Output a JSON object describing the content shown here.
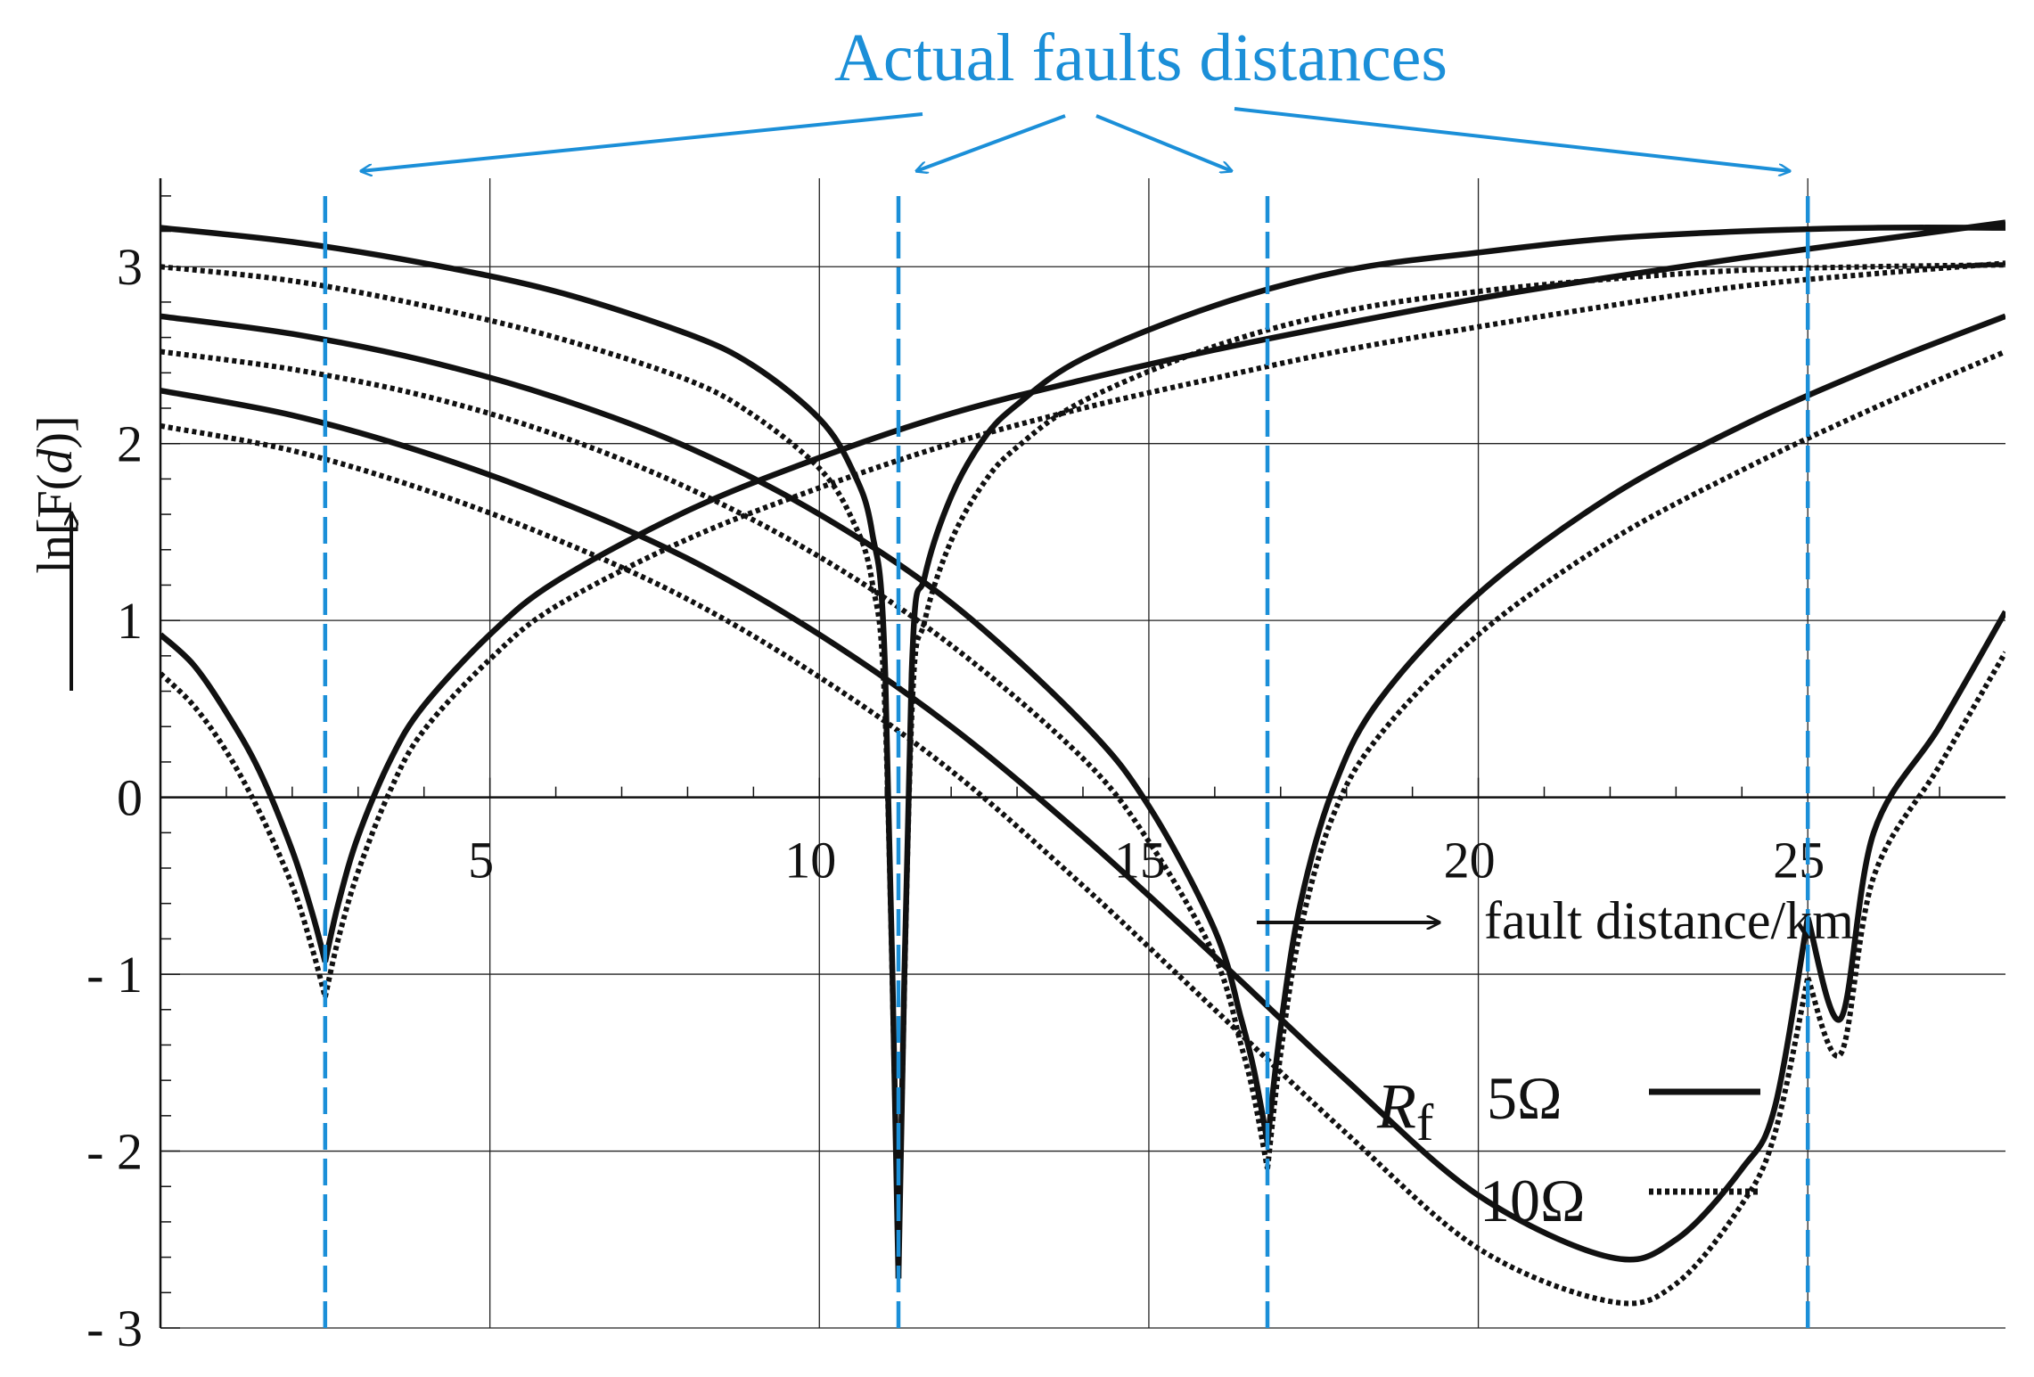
{
  "chart_data": {
    "type": "line",
    "title": "",
    "xlabel": "fault distance/km",
    "ylabel_prefix": "ln[F(",
    "ylabel_var": "d",
    "ylabel_suffix": ")]",
    "xlim": [
      0,
      28
    ],
    "ylim": [
      -3,
      3.5
    ],
    "x_ticks": [
      5,
      10,
      15,
      20,
      25
    ],
    "x_tick_labels": [
      "5",
      "10",
      "15",
      "20",
      "25"
    ],
    "y_ticks": [
      -3,
      -2,
      -1,
      0,
      1,
      2,
      3
    ],
    "y_tick_labels": [
      "- 3",
      "- 2",
      "- 1",
      "0",
      "1",
      "2",
      "3"
    ],
    "grid": true,
    "annotation": {
      "text": "Actual faults distances",
      "color": "#1b8fd8",
      "actual_fault_distances": [
        2.5,
        11.2,
        16.8,
        25.0
      ]
    },
    "legend": {
      "placement": "bottom-right",
      "symbol_main": "R",
      "symbol_sub": "f",
      "entries": [
        {
          "label": "5Ω",
          "style": "solid"
        },
        {
          "label": "10Ω",
          "style": "dotted"
        }
      ]
    },
    "series": [
      {
        "group": "5Ω",
        "style": "solid",
        "min_x": 2.5,
        "x": [
          0,
          0.5,
          1,
          1.5,
          2,
          2.3,
          2.5,
          2.7,
          3,
          3.5,
          4,
          5,
          6,
          8,
          10,
          12,
          14,
          16,
          18,
          20,
          22,
          24,
          26,
          28
        ],
        "y": [
          0.92,
          0.75,
          0.48,
          0.15,
          -0.3,
          -0.65,
          -0.93,
          -0.6,
          -0.22,
          0.22,
          0.52,
          0.92,
          1.22,
          1.62,
          1.92,
          2.17,
          2.36,
          2.53,
          2.68,
          2.82,
          2.94,
          3.05,
          3.15,
          3.25
        ]
      },
      {
        "group": "10Ω",
        "style": "dotted",
        "min_x": 2.5,
        "x": [
          0,
          0.5,
          1,
          1.5,
          2,
          2.3,
          2.5,
          2.7,
          3,
          3.5,
          4,
          5,
          6,
          8,
          10,
          12,
          14,
          16,
          18,
          20,
          22,
          24,
          26,
          28
        ],
        "y": [
          0.7,
          0.52,
          0.26,
          -0.08,
          -0.5,
          -0.85,
          -1.13,
          -0.8,
          -0.42,
          0.05,
          0.38,
          0.78,
          1.08,
          1.46,
          1.75,
          2.0,
          2.2,
          2.37,
          2.53,
          2.66,
          2.78,
          2.89,
          2.96,
          3.02
        ]
      },
      {
        "group": "5Ω",
        "style": "solid",
        "min_x": 11.2,
        "x": [
          0,
          2,
          4,
          6,
          8,
          9,
          10,
          10.5,
          10.8,
          11,
          11.2,
          11.4,
          11.6,
          12,
          12.5,
          13,
          14,
          16,
          18,
          20,
          22,
          24,
          26,
          28
        ],
        "y": [
          3.22,
          3.14,
          3.02,
          2.86,
          2.62,
          2.44,
          2.14,
          1.85,
          1.5,
          0.7,
          -2.72,
          0.7,
          1.25,
          1.7,
          2.03,
          2.22,
          2.48,
          2.78,
          2.98,
          3.08,
          3.16,
          3.2,
          3.22,
          3.22
        ]
      },
      {
        "group": "10Ω",
        "style": "dotted",
        "min_x": 11.2,
        "x": [
          0,
          2,
          4,
          6,
          8,
          9,
          10,
          10.5,
          10.8,
          11,
          11.2,
          11.4,
          11.6,
          12,
          12.5,
          13,
          14,
          16,
          18,
          20,
          22,
          24,
          26,
          28
        ],
        "y": [
          3.0,
          2.92,
          2.78,
          2.6,
          2.36,
          2.16,
          1.86,
          1.57,
          1.22,
          0.45,
          -2.6,
          0.45,
          1.0,
          1.45,
          1.78,
          1.98,
          2.24,
          2.55,
          2.75,
          2.86,
          2.93,
          2.98,
          3.0,
          3.01
        ]
      },
      {
        "group": "5Ω",
        "style": "solid",
        "min_x": 16.8,
        "x": [
          0,
          2,
          4,
          6,
          8,
          10,
          12,
          14,
          15,
          16,
          16.4,
          16.6,
          16.8,
          17,
          17.3,
          17.8,
          18.5,
          20,
          22,
          24,
          26,
          28
        ],
        "y": [
          2.72,
          2.62,
          2.47,
          2.26,
          1.98,
          1.6,
          1.1,
          0.42,
          -0.05,
          -0.75,
          -1.25,
          -1.55,
          -1.95,
          -1.3,
          -0.6,
          0.05,
          0.55,
          1.15,
          1.7,
          2.1,
          2.43,
          2.72
        ]
      },
      {
        "group": "10Ω",
        "style": "dotted",
        "min_x": 16.8,
        "x": [
          0,
          2,
          4,
          6,
          8,
          10,
          12,
          14,
          15,
          16,
          16.4,
          16.6,
          16.8,
          17,
          17.3,
          17.8,
          18.5,
          20,
          22,
          24,
          26,
          28
        ],
        "y": [
          2.52,
          2.42,
          2.27,
          2.05,
          1.75,
          1.36,
          0.86,
          0.22,
          -0.25,
          -0.9,
          -1.4,
          -1.7,
          -2.1,
          -1.45,
          -0.75,
          -0.1,
          0.35,
          0.92,
          1.45,
          1.85,
          2.2,
          2.52
        ]
      },
      {
        "group": "5Ω",
        "style": "solid",
        "min_x": 25.0,
        "x": [
          0,
          2,
          4,
          6,
          8,
          10,
          12,
          14,
          16,
          18,
          20,
          22,
          23,
          24,
          24.5,
          25,
          25.5,
          26,
          27,
          28
        ],
        "y": [
          2.3,
          2.16,
          1.95,
          1.68,
          1.35,
          0.92,
          0.4,
          -0.22,
          -0.9,
          -1.6,
          -2.25,
          -2.6,
          -2.5,
          -2.1,
          -1.75,
          -0.68,
          -1.25,
          -0.2,
          0.4,
          1.05
        ]
      },
      {
        "group": "10Ω",
        "style": "dotted",
        "min_x": 25.0,
        "x": [
          0,
          2,
          4,
          6,
          8,
          10,
          12,
          14,
          16,
          18,
          20,
          22,
          23,
          24,
          24.5,
          25,
          25.5,
          26,
          27,
          28
        ],
        "y": [
          2.1,
          1.96,
          1.74,
          1.46,
          1.12,
          0.68,
          0.15,
          -0.5,
          -1.2,
          -1.9,
          -2.55,
          -2.85,
          -2.75,
          -2.3,
          -1.9,
          -1.02,
          -1.45,
          -0.45,
          0.18,
          0.82
        ]
      }
    ]
  }
}
